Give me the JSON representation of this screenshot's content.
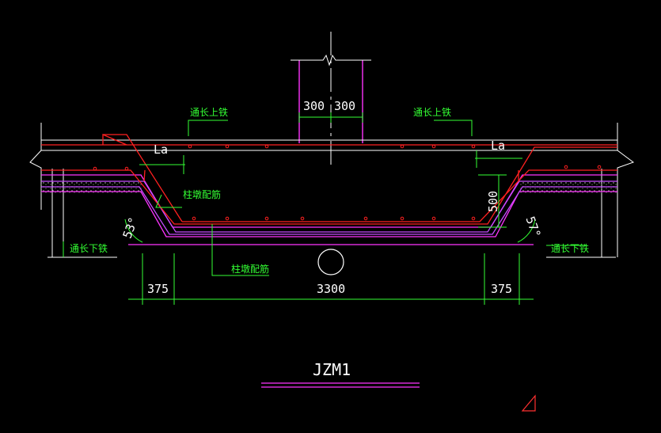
{
  "drawing": {
    "title": "JZM1",
    "labels": {
      "top_rebar_left": "通长上铁",
      "top_rebar_right": "通长上铁",
      "bottom_rebar_left": "通长下铁",
      "bottom_rebar_right": "通长下铁",
      "pier_rebar_upper": "柱墩配筋",
      "pier_rebar_lower": "柱墩配筋",
      "anchor_left": "La",
      "anchor_right": "La",
      "angle_left": "53°",
      "angle_right": "57°",
      "col_dim_left": "300",
      "col_dim_right": "300",
      "width_left": "375",
      "width_mid": "3300",
      "width_right": "375",
      "depth": "500"
    },
    "colors": {
      "background": "#000000",
      "rebar_red": "#ff2020",
      "outline_magenta": "#ff33ff",
      "rebar_violet": "#c64bff",
      "dim_green": "#33ff33",
      "line_white": "#ffffff",
      "marker_red": "#ff3030"
    }
  }
}
